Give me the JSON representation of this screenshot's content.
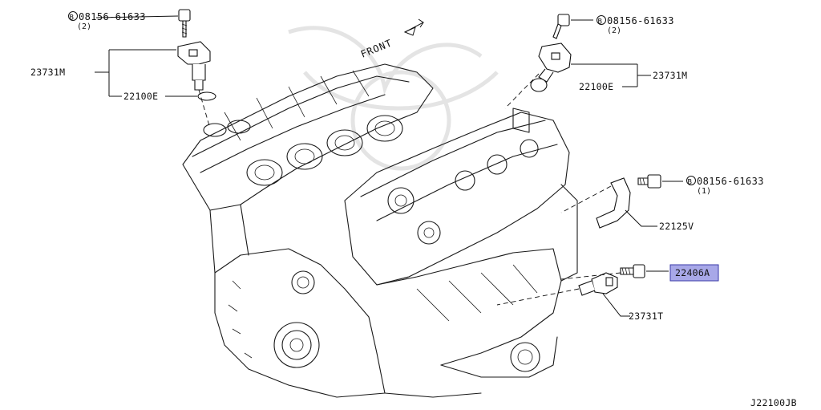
{
  "labels": {
    "bolt_top_left": "B08156-61633",
    "bolt_top_left_qty": "(2)",
    "bolt_top_right": "B08156-61633",
    "bolt_top_right_qty": "(2)",
    "bolt_right": "B08156-61633",
    "bolt_right_qty": "(1)",
    "sensor_left": "23731M",
    "oring_left": "22100E",
    "sensor_right": "23731M",
    "oring_right": "22100E",
    "bracket": "22125V",
    "bolt_highlight": "22406A",
    "sensor_crank": "23731T",
    "front": "FRONT",
    "diagram_code": "J22100JB"
  },
  "colors": {
    "highlight_fill": "#a8a8e8",
    "highlight_stroke": "#3a3aa8",
    "line": "#111111"
  }
}
